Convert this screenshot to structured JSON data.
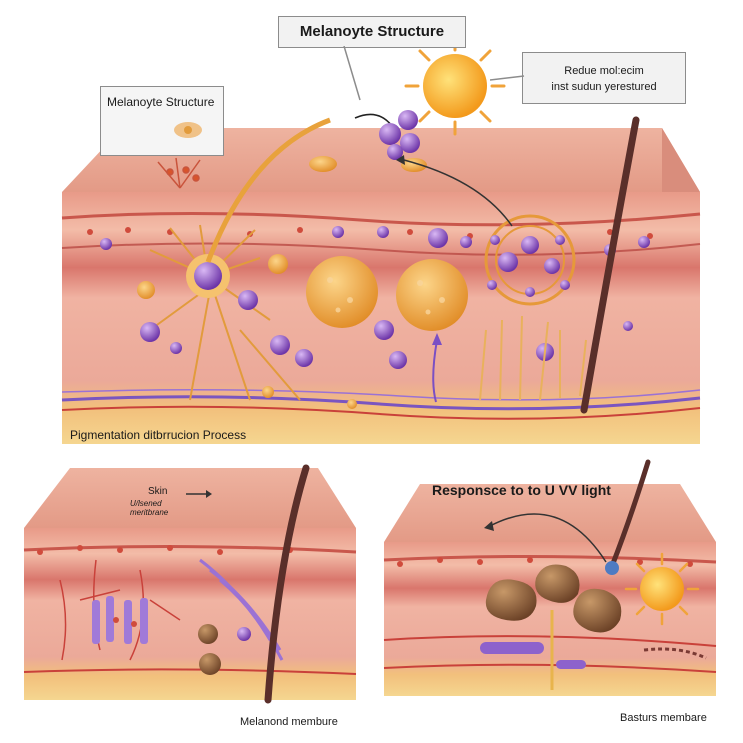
{
  "labels": {
    "main_title": "Melanoyte Structure",
    "inset_title": "Melanoyte Structure",
    "note_line1": "Redue mol:ecim",
    "note_line2": "inst sudun yerestured",
    "bottom_caption_main": "Pigmentation ditbrrucion Process",
    "skin_label": "Skin",
    "skin_sublabel_line1": "U/lsened",
    "skin_sublabel_line2": "meritbrane",
    "left_panel_caption": "Melanond membure",
    "uv_title": "Responsce to to U VV light",
    "right_panel_caption": "Basturs membare"
  },
  "colors": {
    "skin_top": "#e9a58f",
    "skin_mid": "#f0b8a4",
    "dermis": "#e7a898",
    "fat": "#f1cd80",
    "melanin_purple": "#8e4fc4",
    "melanocyte_orange": "#f0a53a",
    "melanosome_brown": "#8a5a36",
    "sun": "#f4a623",
    "vessel_red": "#c9413a",
    "vessel_purple": "#7a55c0"
  },
  "icons": [
    "sun-icon",
    "right-arrow-icon",
    "curved-arrow-icon",
    "hair-shaft-icon"
  ]
}
